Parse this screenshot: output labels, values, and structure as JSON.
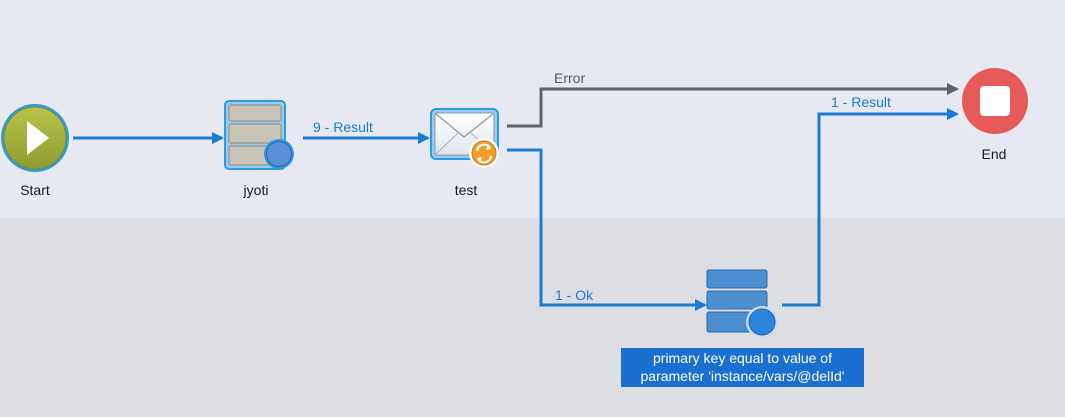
{
  "workflow": {
    "nodes": {
      "start": {
        "label": "Start",
        "icon": "play-icon"
      },
      "jyoti": {
        "label": "jyoti",
        "icon": "database-query-icon"
      },
      "test": {
        "label": "test",
        "icon": "email-delivery-icon"
      },
      "end": {
        "label": "End",
        "icon": "stop-icon"
      },
      "query2": {
        "label_line1": "primary key equal to value of",
        "label_line2": "parameter 'instance/vars/@delId'",
        "icon": "database-query-icon"
      }
    },
    "transitions": {
      "jyoti_to_test": "9 - Result",
      "test_error": "Error",
      "test_ok": "1 - Ok",
      "query2_result": "1 - Result"
    }
  },
  "colors": {
    "canvas_top": "#e6e9f1",
    "canvas_bottom": "#dcdee4",
    "transition_blue": "#1a7bd3",
    "transition_gray": "#5f6368",
    "start_green": "#a4b23c",
    "end_red": "#e65a5a",
    "selection_blue": "#1a6fd1"
  }
}
